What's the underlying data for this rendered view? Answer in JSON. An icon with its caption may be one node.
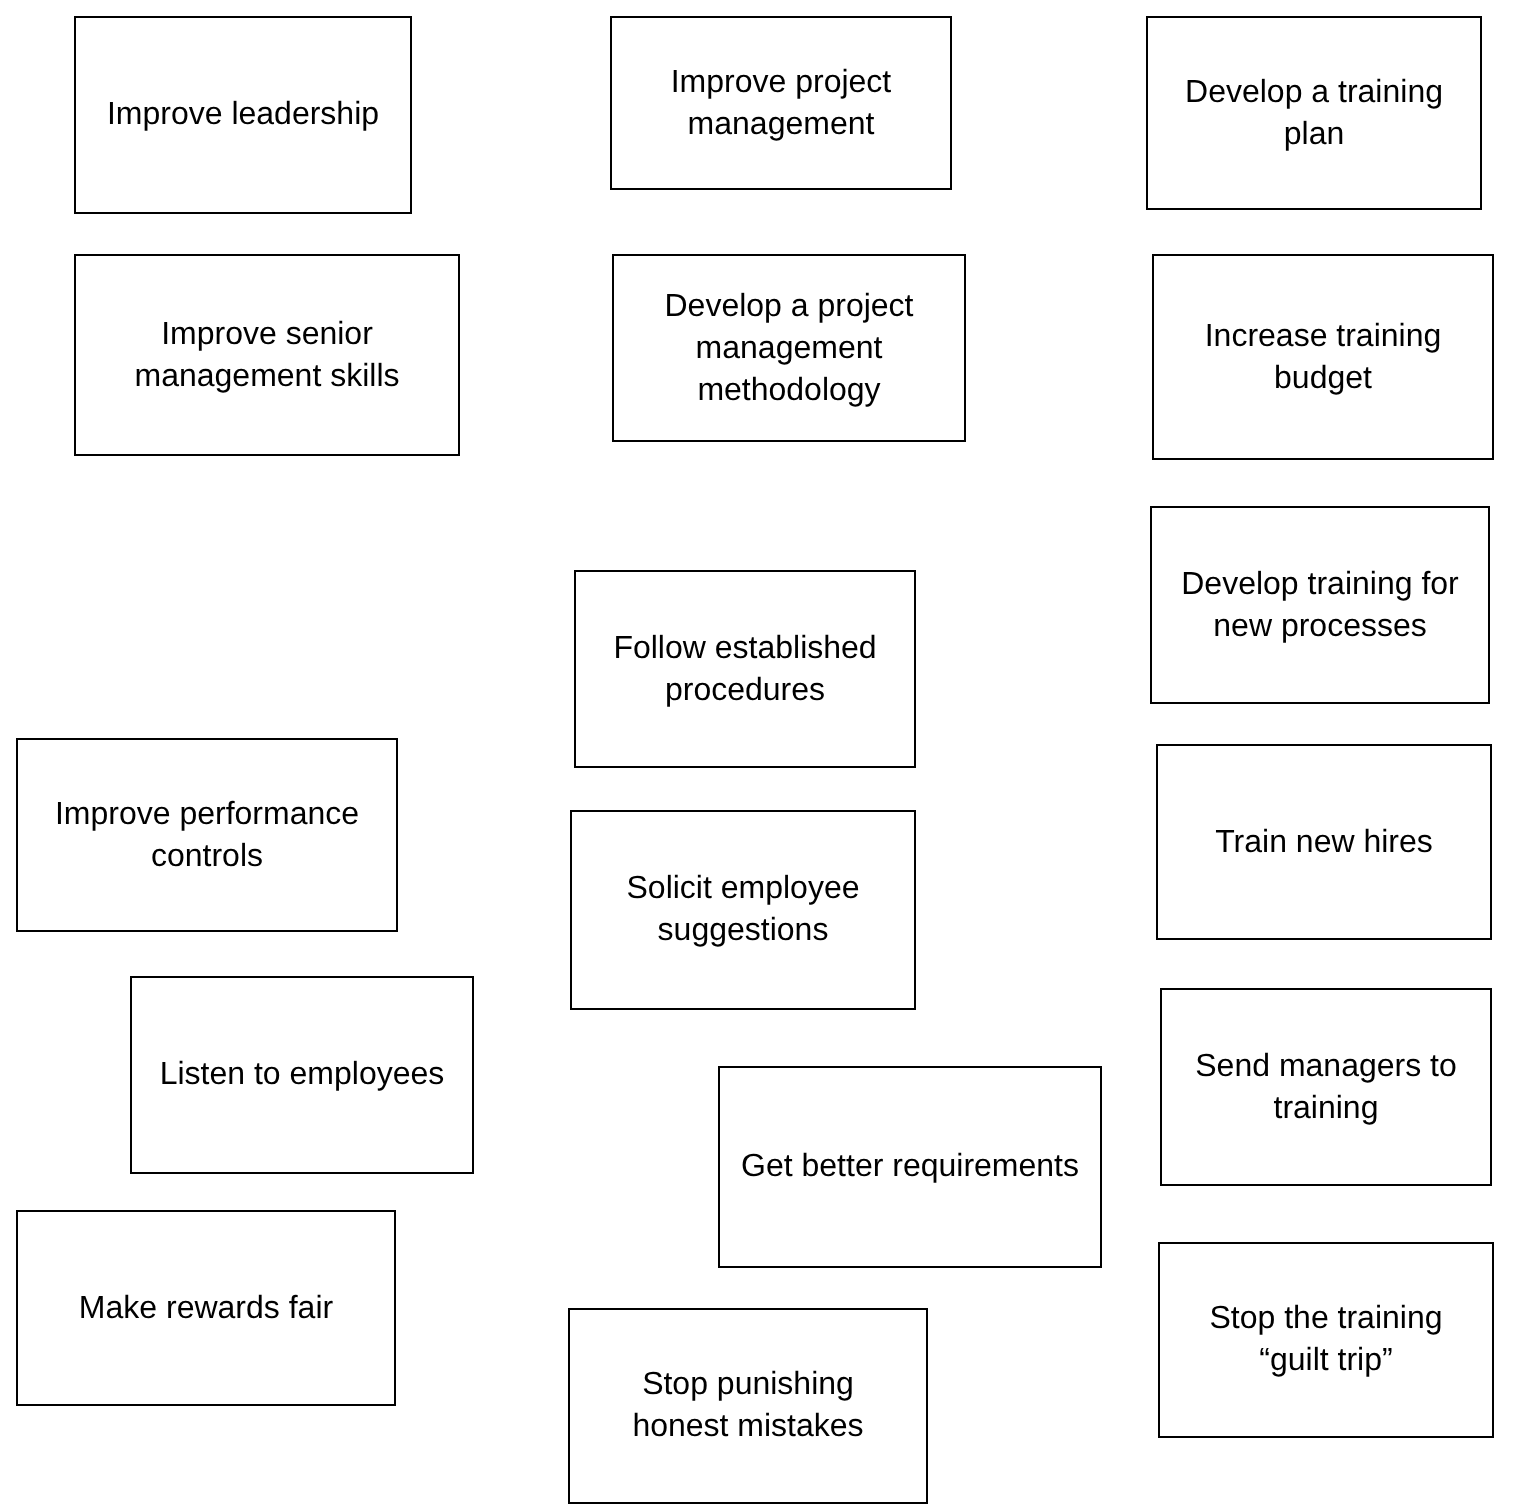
{
  "diagram": {
    "nodes": [
      {
        "text": [
          "Improve leadership"
        ]
      },
      {
        "text": [
          "Improve project management"
        ]
      },
      {
        "text": [
          "Develop a training plan"
        ]
      },
      {
        "text": [
          "Improve senior management skills"
        ]
      },
      {
        "text": [
          "Develop a project management methodology"
        ]
      },
      {
        "text": [
          "Increase training budget"
        ]
      },
      {
        "text": [
          "Develop training for new processes"
        ]
      },
      {
        "text": [
          "Follow established procedures"
        ]
      },
      {
        "text": [
          "Improve performance controls"
        ]
      },
      {
        "text": [
          "Train new hires"
        ]
      },
      {
        "text": [
          "Solicit employee suggestions"
        ]
      },
      {
        "text": [
          "Listen to employees"
        ]
      },
      {
        "text": [
          "Send managers to training"
        ]
      },
      {
        "text": [
          "Get better requirements"
        ]
      },
      {
        "text": [
          "Make rewards fair"
        ]
      },
      {
        "text": [
          "Stop the training “guilt trip”"
        ]
      },
      {
        "text": [
          "Stop punishing honest mistakes"
        ]
      }
    ]
  }
}
